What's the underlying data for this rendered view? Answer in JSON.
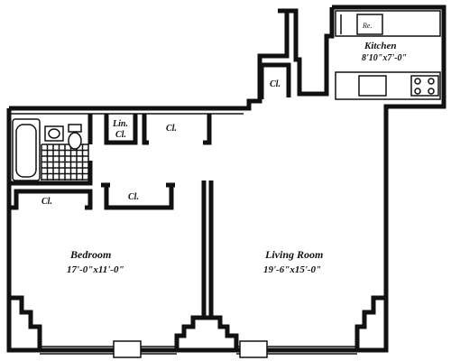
{
  "rooms": {
    "kitchen": {
      "name": "Kitchen",
      "dims": "8'10\"x7'-0\""
    },
    "bedroom": {
      "name": "Bedroom",
      "dims": "17'-0\"x11'-0\""
    },
    "living": {
      "name": "Living Room",
      "dims": "19'-6\"x15'-0\""
    }
  },
  "labels": {
    "closet": "Cl.",
    "linen_top": "Lin.",
    "linen_bottom": "Cl.",
    "refrigerator": "Re."
  }
}
